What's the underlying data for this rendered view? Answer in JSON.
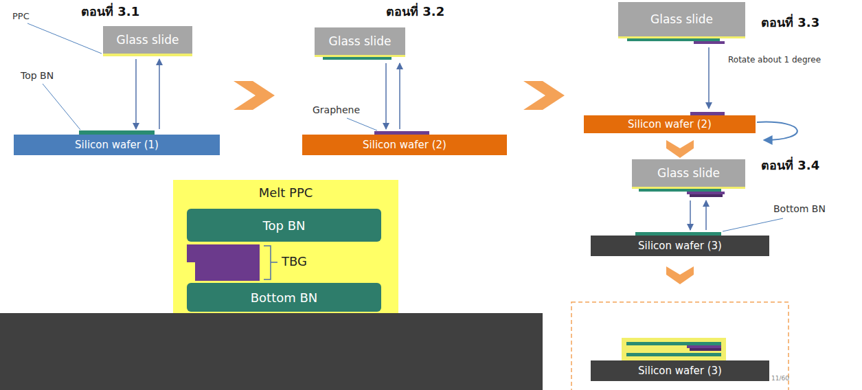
{
  "diagram": {
    "nodes": [
      {
        "text": [
          "Glass slide"
        ]
      },
      {
        "text": [
          "Silicon wafer (1)"
        ]
      },
      {
        "text": [
          "Glass slide"
        ]
      },
      {
        "text": [
          "Silicon wafer (2)"
        ]
      },
      {
        "text": [
          "Glass slide"
        ]
      },
      {
        "text": [
          "Silicon wafer (2)"
        ]
      },
      {
        "text": [
          "Melt PPC"
        ]
      },
      {
        "text": [
          "Top BN"
        ],
        "in": 6
      },
      {
        "text": [
          "Bottom BN"
        ],
        "in": 6
      },
      {
        "text": [
          "Glass slide"
        ]
      },
      {
        "text": [
          "Silicon wafer (3)"
        ]
      },
      {
        "text": [
          "Silicon wafer (3)"
        ]
      }
    ],
    "edges": [
      {
        "from": 0,
        "to": 1,
        "arrow": "to"
      },
      {
        "from": 1,
        "to": 0,
        "arrow": "to"
      },
      {
        "from": 2,
        "to": 3,
        "arrow": "to"
      },
      {
        "from": 3,
        "to": 2,
        "arrow": "to"
      },
      {
        "from": 4,
        "to": 5,
        "arrow": "to"
      },
      {
        "from": 9,
        "to": 10,
        "arrow": "to"
      },
      {
        "from": 10,
        "to": 9,
        "arrow": "to"
      }
    ],
    "labels": [
      "ตอนที่ 3.1",
      "PPC",
      "Top BN",
      "ตอนที่ 3.2",
      "Graphene",
      "ตอนที่ 3.3",
      "Rotate about 1 degree",
      "ตอนที่ 3.4",
      "Bottom BN",
      "TBG",
      "11/60"
    ]
  }
}
